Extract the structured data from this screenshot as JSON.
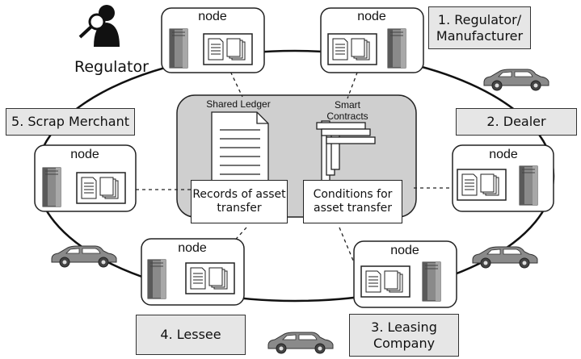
{
  "regulator_label": "Regulator",
  "node_label": "node",
  "ledger": {
    "title": "Shared Ledger",
    "records_text": "Records of asset transfer"
  },
  "contracts": {
    "title": "Smart Contracts",
    "conditions_text": "Conditions for asset transfer"
  },
  "roles": {
    "r1": "1. Regulator/ Manufacturer",
    "r2": "2. Dealer",
    "r3": "3. Leasing Company",
    "r4": "4. Lessee",
    "r5": "5. Scrap Merchant"
  },
  "icons": [
    "magnifier-person-icon",
    "server-icon",
    "document-icon",
    "stack-icon",
    "car-icon"
  ]
}
